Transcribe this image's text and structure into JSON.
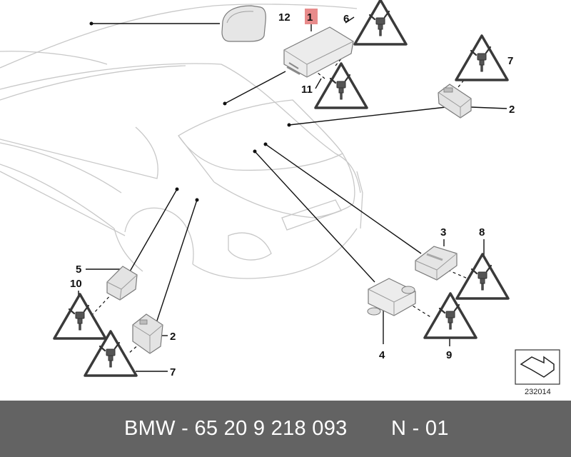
{
  "diagram": {
    "callouts": {
      "c1": "1",
      "c2a": "2",
      "c2b": "2",
      "c3": "3",
      "c4": "4",
      "c5": "5",
      "c6": "6",
      "c7a": "7",
      "c7b": "7",
      "c8": "8",
      "c9": "9",
      "c10": "10",
      "c11": "11",
      "c12": "12"
    },
    "highlight_color": "#e88b8b",
    "reference_number": "232014"
  },
  "footer": {
    "part_label": "BMW - 65 20 9 218 093",
    "index_label": "N - 01",
    "background_color": "#636363"
  }
}
